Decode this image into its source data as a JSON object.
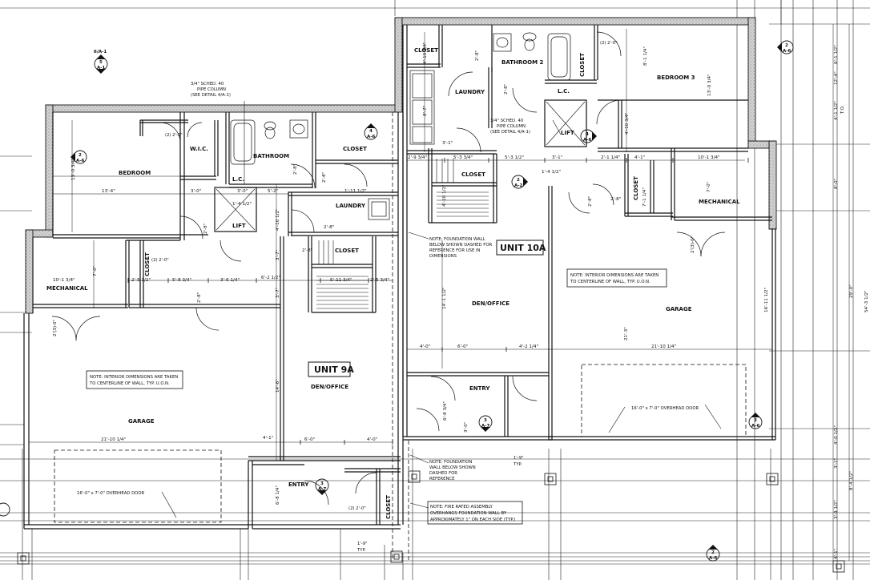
{
  "units": {
    "unit_9a": "UNIT 9A",
    "unit_10a": "UNIT 10A"
  },
  "rooms": {
    "bedroom": "BEDROOM",
    "wic": "W.I.C.",
    "bathroom": "BATHROOM",
    "closet_9a_top": "CLOSET",
    "lc_9a": "L.C.",
    "lift_9a": "LIFT",
    "laundry_9a": "LAUNDRY",
    "closet_9a_mid": "CLOSET",
    "closet_9a_vertical": "CLOSET",
    "mechanical_9a": "MECHANICAL",
    "garage_9a": "GARAGE",
    "den_office_9a": "DEN/OFFICE",
    "entry_9a": "ENTRY",
    "closet_9a_entry": "CLOSET",
    "closet_10a_top": "CLOSET",
    "laundry_10a": "LAUNDRY",
    "bathroom_2": "BATHROOM 2",
    "lc_10a": "L.C.",
    "lift_10a": "LIFT",
    "closet_10a_vert": "CLOSET",
    "bedroom_3": "BEDROOM 3",
    "closet_10a_mid": "CLOSET",
    "closet_10a_garage": "CLOSET",
    "mechanical_10a": "MECHANICAL",
    "den_office_10a": "DEN/OFFICE",
    "garage_10a": "GARAGE",
    "entry_10a": "ENTRY"
  },
  "notes": {
    "interior_9a": [
      "NOTE: INTERIOR DIMENSIONS ARE TAKEN",
      "TO CENTERLINE OF WALL, TYP. U.O.N."
    ],
    "interior_10a": [
      "NOTE: INTERIOR DIMENSIONS ARE TAKEN",
      "TO CENTERLINE OF WALL, TYP. U.O.N."
    ],
    "foundation_wall_1": [
      "NOTE: FOUNDATION WALL",
      "BELOW SHOWN DASHED FOR",
      "REFERENCE FOR USE IN",
      "DIMENSIONS"
    ],
    "foundation_wall_2": [
      "NOTE: FOUNDATION",
      "WALL BELOW SHOWN",
      "DASHED FOR",
      "REFERENCE"
    ],
    "fire_rated": [
      "NOTE: FIRE RATED ASSEMBLY",
      "OVERHANGS FOUNDATION WALL BY",
      "APPROXIMATELY 1\" ON EACH SIDE (TYP.)"
    ],
    "pipe_column_9a": [
      "3/4\" SCHED. 40",
      "PIPE COLUMN",
      "(SEE DETAIL 4/A-1)"
    ],
    "pipe_column_10a": [
      "3/4\" SCHED. 40",
      "PIPE COLUMN",
      "(SEE DETAIL 4/A-1)"
    ],
    "overhead_door_9a": "16'-0\" x 7'-0\" OVERHEAD DOOR",
    "overhead_door_10a": "16'-0\" x 7'-0\" OVERHEAD DOOR",
    "typ_1": [
      "1'-9\"",
      "TYP."
    ],
    "typ_2": [
      "1'-9\"",
      "TYP."
    ],
    "window_tag_9a": "(2) 2'-0\"",
    "window_tag_9a_2": "(2) 2'-0\"",
    "window_tag_10a": "(2) 2'-0\"",
    "window_tag_entry": "(2) 2'-0\""
  },
  "dimensions": [
    "13'-0 3/4\"",
    "13'-4\"",
    "3'-0\"",
    "3'-0\"",
    "5'-2\"",
    "1'-4 1/2\"",
    "4'-10 1/2\"",
    "2'-8\"",
    "2'-8\"",
    "2'-8\"",
    "1'-11 1/2\"",
    "2'-8\"",
    "2'-8\"",
    "10'-1 3/4\"",
    "7'-0\"",
    "2'-5 1/2\"",
    "5'-8 3/4\"",
    "3'-6 1/4\"",
    "6'-2 1/2\"",
    "5'-11 3/4\"",
    "2'-5 3/4\"",
    "3'-7\"",
    "3'-7\"",
    "2'-8\"",
    "2'(3)-0\"",
    "21'-10 1/4\"",
    "14'-6\"",
    "4'-1\"",
    "6'-0\"",
    "4'-0\"",
    "6'-8 1/4\"",
    "4'-10 3/4\"",
    "2'-8\"",
    "8'-7\"",
    "4'-10 3/4\"",
    "2'-8\"",
    "5'-3 1/2\"",
    "3'-1\"",
    "1'-4 1/2\"",
    "2'-1 1/4\"",
    "4'-1\"",
    "10'-1 3/4\"",
    "2'-9 3/4\"",
    "5'-3 3/4\"",
    "3'-1\"",
    "7'-1 1/4\"",
    "2'-8\"",
    "2'-8\"",
    "8'-1 1/4\"",
    "13'-0 3/4\"",
    "4'-10 1/2\"",
    "7'-0\"",
    "14'-1 1/2\"",
    "4'-0\"",
    "6'-0\"",
    "4'-2 1/4\"",
    "21'-3\"",
    "21'-10 1/4\"",
    "16'-11 1/2\"",
    "6'-8 3/4\"",
    "3'-0\"",
    "2'(3)-0\"",
    "6'-1 1/2\"",
    "12'-4\"",
    "4'-1 1/2\"",
    "T.O.",
    "8'-0\"",
    "29'-0\"",
    "54'-3 1/2\"",
    "4'-0 1/2\"",
    "3'-1\"",
    "8'-4 1/2\"",
    "3'-9 1/2\"",
    "4'-1\""
  ],
  "detail_tags": {
    "sheet": "A-6",
    "sheet_a1": "A-1",
    "sheet_a2": "A-2",
    "sheet_a7": "A-7",
    "n2": "2",
    "n3": "3",
    "n4": "4",
    "n5": "5",
    "ref": "6/A-1"
  },
  "colors": {
    "line": "#111111",
    "wall_fill": "#cfcfcf",
    "background": "#ffffff"
  }
}
